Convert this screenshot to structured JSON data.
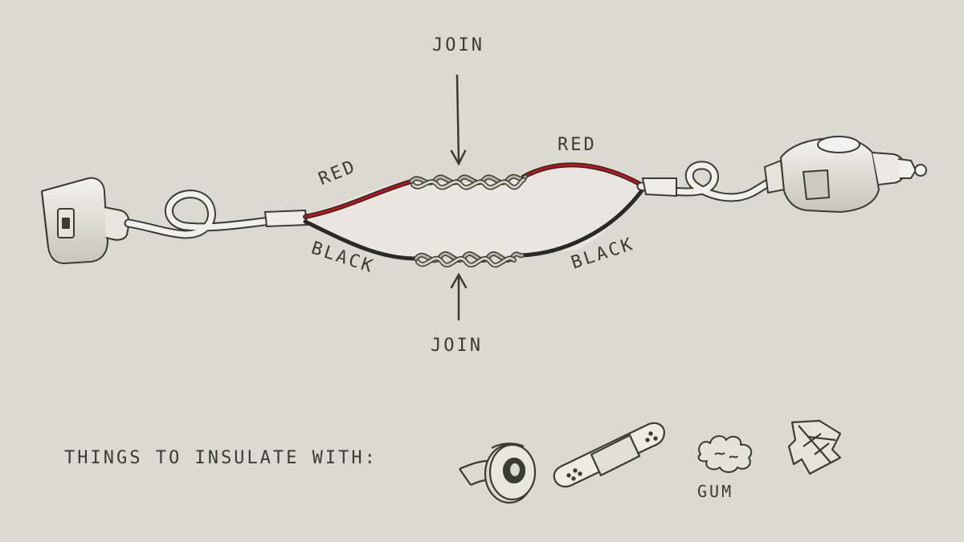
{
  "labels": {
    "join_top": "JOIN",
    "join_bottom": "JOIN",
    "red_left": "RED",
    "red_right": "RED",
    "black_left": "BLACK",
    "black_right": "BLACK"
  },
  "insulate": {
    "heading": "THINGS TO INSULATE WITH:",
    "items": [
      {
        "icon": "tape-roll-icon"
      },
      {
        "icon": "bandage-icon"
      },
      {
        "icon": "gum-icon",
        "label": "GUM"
      },
      {
        "icon": "paper-scrap-icon"
      }
    ]
  },
  "colors": {
    "background": "#dcd8d2",
    "ink": "#3b3a33",
    "red_wire": "#c0121a",
    "black_wire": "#2a2925",
    "twist": "#b9b2a2"
  }
}
